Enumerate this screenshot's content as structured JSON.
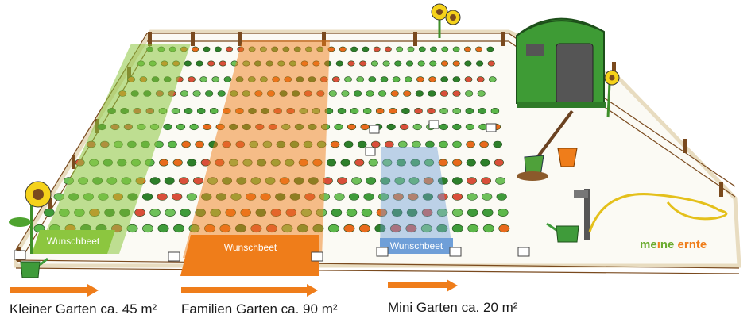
{
  "beds": [
    {
      "label": "Wunschbeet",
      "color": "#8cc63f"
    },
    {
      "label": "Wunschbeet",
      "color": "#ef7d1a"
    },
    {
      "label": "Wunschbeet",
      "color": "#6f9fd8"
    }
  ],
  "captions": [
    {
      "text": "Kleiner Garten ca. 45 m²"
    },
    {
      "text": "Familien Garten ca. 90 m²"
    },
    {
      "text": "Mini Garten ca. 20 m²"
    }
  ],
  "logo": {
    "part1": "me",
    "part2": "ne",
    "part3": "ernte",
    "green": "#6aab2e",
    "orange": "#ef7d1a"
  },
  "colors": {
    "arrow": "#ef7d1a",
    "fence": "#7a4a1e",
    "grass": "#8cc63f",
    "shed": "#3e9b35"
  }
}
